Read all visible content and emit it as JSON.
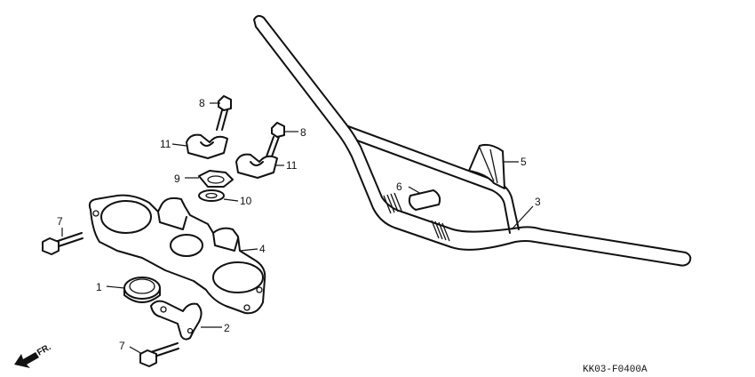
{
  "diagram": {
    "callouts": {
      "p1": "1",
      "p2": "2",
      "p3": "3",
      "p4": "4",
      "p5": "5",
      "p6": "6",
      "p7a": "7",
      "p7b": "7",
      "p8a": "8",
      "p8b": "8",
      "p9": "9",
      "p10": "10",
      "p11a": "11",
      "p11b": "11"
    },
    "front_indicator": "FR.",
    "drawing_code": "KK03-F0400A"
  }
}
